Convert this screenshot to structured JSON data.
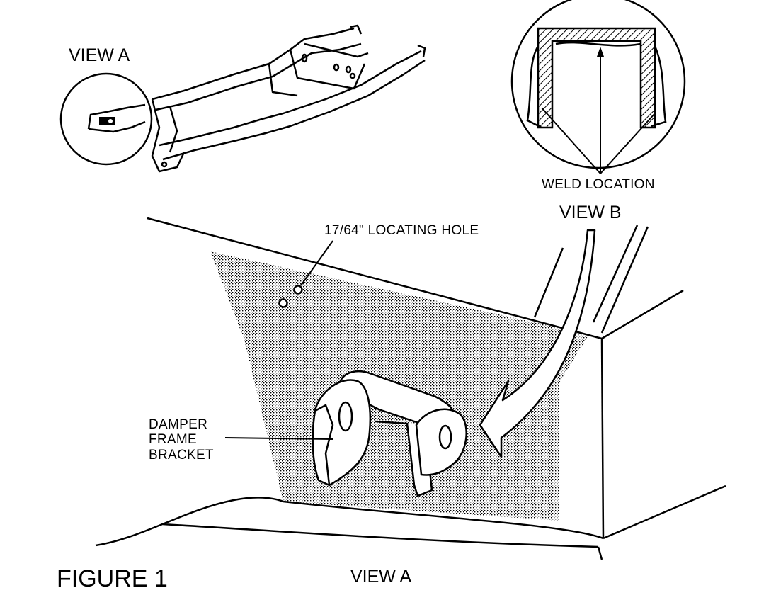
{
  "labels": {
    "view_a_inset": "VIEW A",
    "weld_location": "WELD LOCATION",
    "view_b": "VIEW B",
    "locating_hole": "17/64\" LOCATING HOLE",
    "damper_bracket": "DAMPER\nFRAME\nBRACKET",
    "figure": "FIGURE 1",
    "view_a_bottom": "VIEW A"
  },
  "colors": {
    "ink": "#000000",
    "background": "#ffffff"
  }
}
